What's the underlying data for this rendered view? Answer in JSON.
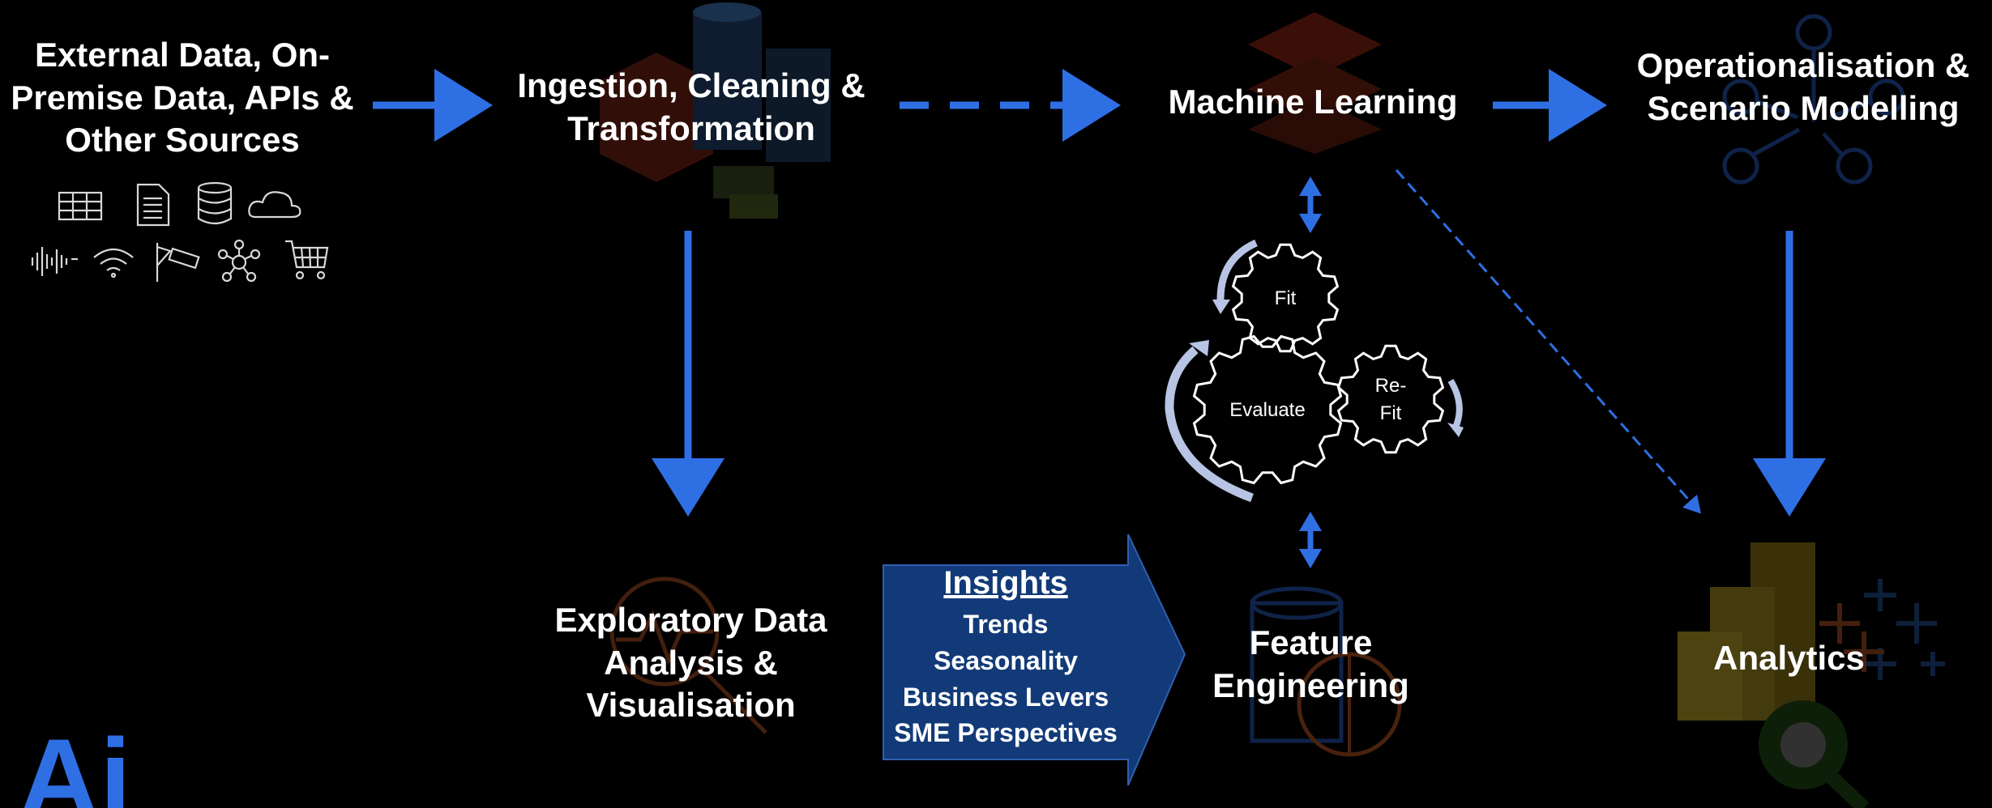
{
  "nodes": {
    "sources": [
      "External Data, On-",
      "Premise Data, APIs &",
      "Other Sources"
    ],
    "ingestion": [
      "Ingestion, Cleaning &",
      "Transformation"
    ],
    "ml": [
      "Machine Learning"
    ],
    "operational": [
      "Operationalisation &",
      "Scenario Modelling"
    ],
    "eda": [
      "Exploratory Data",
      "Analysis &",
      "Visualisation"
    ],
    "feature": [
      "Feature",
      "Engineering"
    ],
    "analytics": [
      "Analytics"
    ]
  },
  "gears": {
    "fit": "Fit",
    "evaluate": "Evaluate",
    "refit_1": "Re-",
    "refit_2": "Fit"
  },
  "insights": {
    "title": "Insights",
    "items": [
      "Trends",
      "Seasonality",
      "Business Levers",
      "SME Perspectives"
    ]
  },
  "logo": "Ai",
  "colors": {
    "background": "#000000",
    "arrow": "#2f6fe4",
    "insights_fill": "#123a78",
    "gear_arrow": "#b8c4e4",
    "text": "#ffffff"
  },
  "icons": [
    "table-icon",
    "document-icon",
    "database-icon",
    "cloud-icon",
    "audio-wave-icon",
    "wifi-icon",
    "camera-icon",
    "network-icon",
    "cart-icon"
  ]
}
